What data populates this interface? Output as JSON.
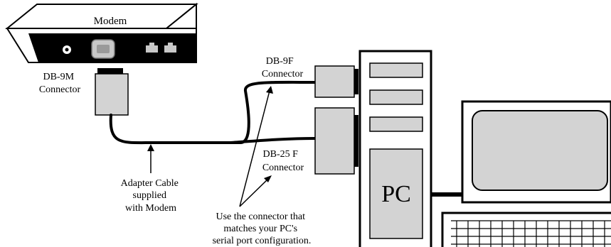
{
  "diagram": {
    "modem": {
      "title": "Modem"
    },
    "labels": {
      "db9m": [
        "DB-9M",
        "Connector"
      ],
      "db9f": [
        "DB-9F",
        "Connector"
      ],
      "db25f": [
        "DB-25 F",
        "Connector"
      ],
      "adapter": [
        "Adapter Cable",
        "supplied",
        "with Modem"
      ],
      "note": [
        "Use the connector that",
        "matches your PC's",
        "serial port configuration."
      ]
    },
    "pc": {
      "label": "PC"
    }
  }
}
